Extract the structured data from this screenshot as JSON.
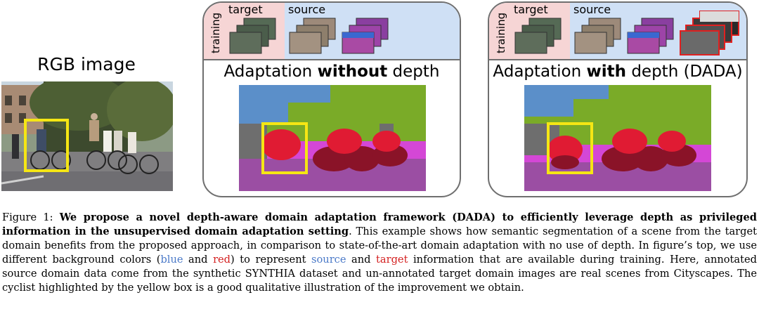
{
  "left": {
    "title": "RGB image"
  },
  "panels": [
    {
      "training": "training",
      "target": "target",
      "source": "source",
      "title_pre": "Adaptation ",
      "title_bold": "without",
      "title_post": " depth"
    },
    {
      "training": "training",
      "target": "target",
      "source": "source",
      "title_pre": "Adaptation ",
      "title_bold": "with",
      "title_post": " depth (DADA)"
    }
  ],
  "caption": {
    "fig_label": "Figure 1: ",
    "bold_text": "We propose a novel depth-aware domain adaptation framework (DADA) to efficiently leverage depth as privileged information in the unsupervised domain adaptation setting",
    "text1": ". This example shows how semantic segmentation of a scene from the target domain benefits from the proposed approach, in comparison to state-of-the-art domain adaptation with no use of depth. In figure’s top, we use different background colors (",
    "blue_word": "blue",
    "and_word": " and ",
    "red_word": "red",
    "text2": ") to represent ",
    "source_word": "source",
    "and_word2": " and ",
    "target_word": "target",
    "text3": " information that are available during training. Here, annotated source domain data come from the synthetic SYNTHIA dataset and un-annotated target domain images are real scenes from Cityscapes. The cyclist highlighted by the yellow box is a good qualitative illustration of the improvement we obtain."
  },
  "colors": {
    "highlight": "#f5e614",
    "source_bg": "#cfe0f5",
    "target_bg": "#f6d5d5",
    "blue_text": "#4a79c8",
    "red_text": "#d42020"
  }
}
